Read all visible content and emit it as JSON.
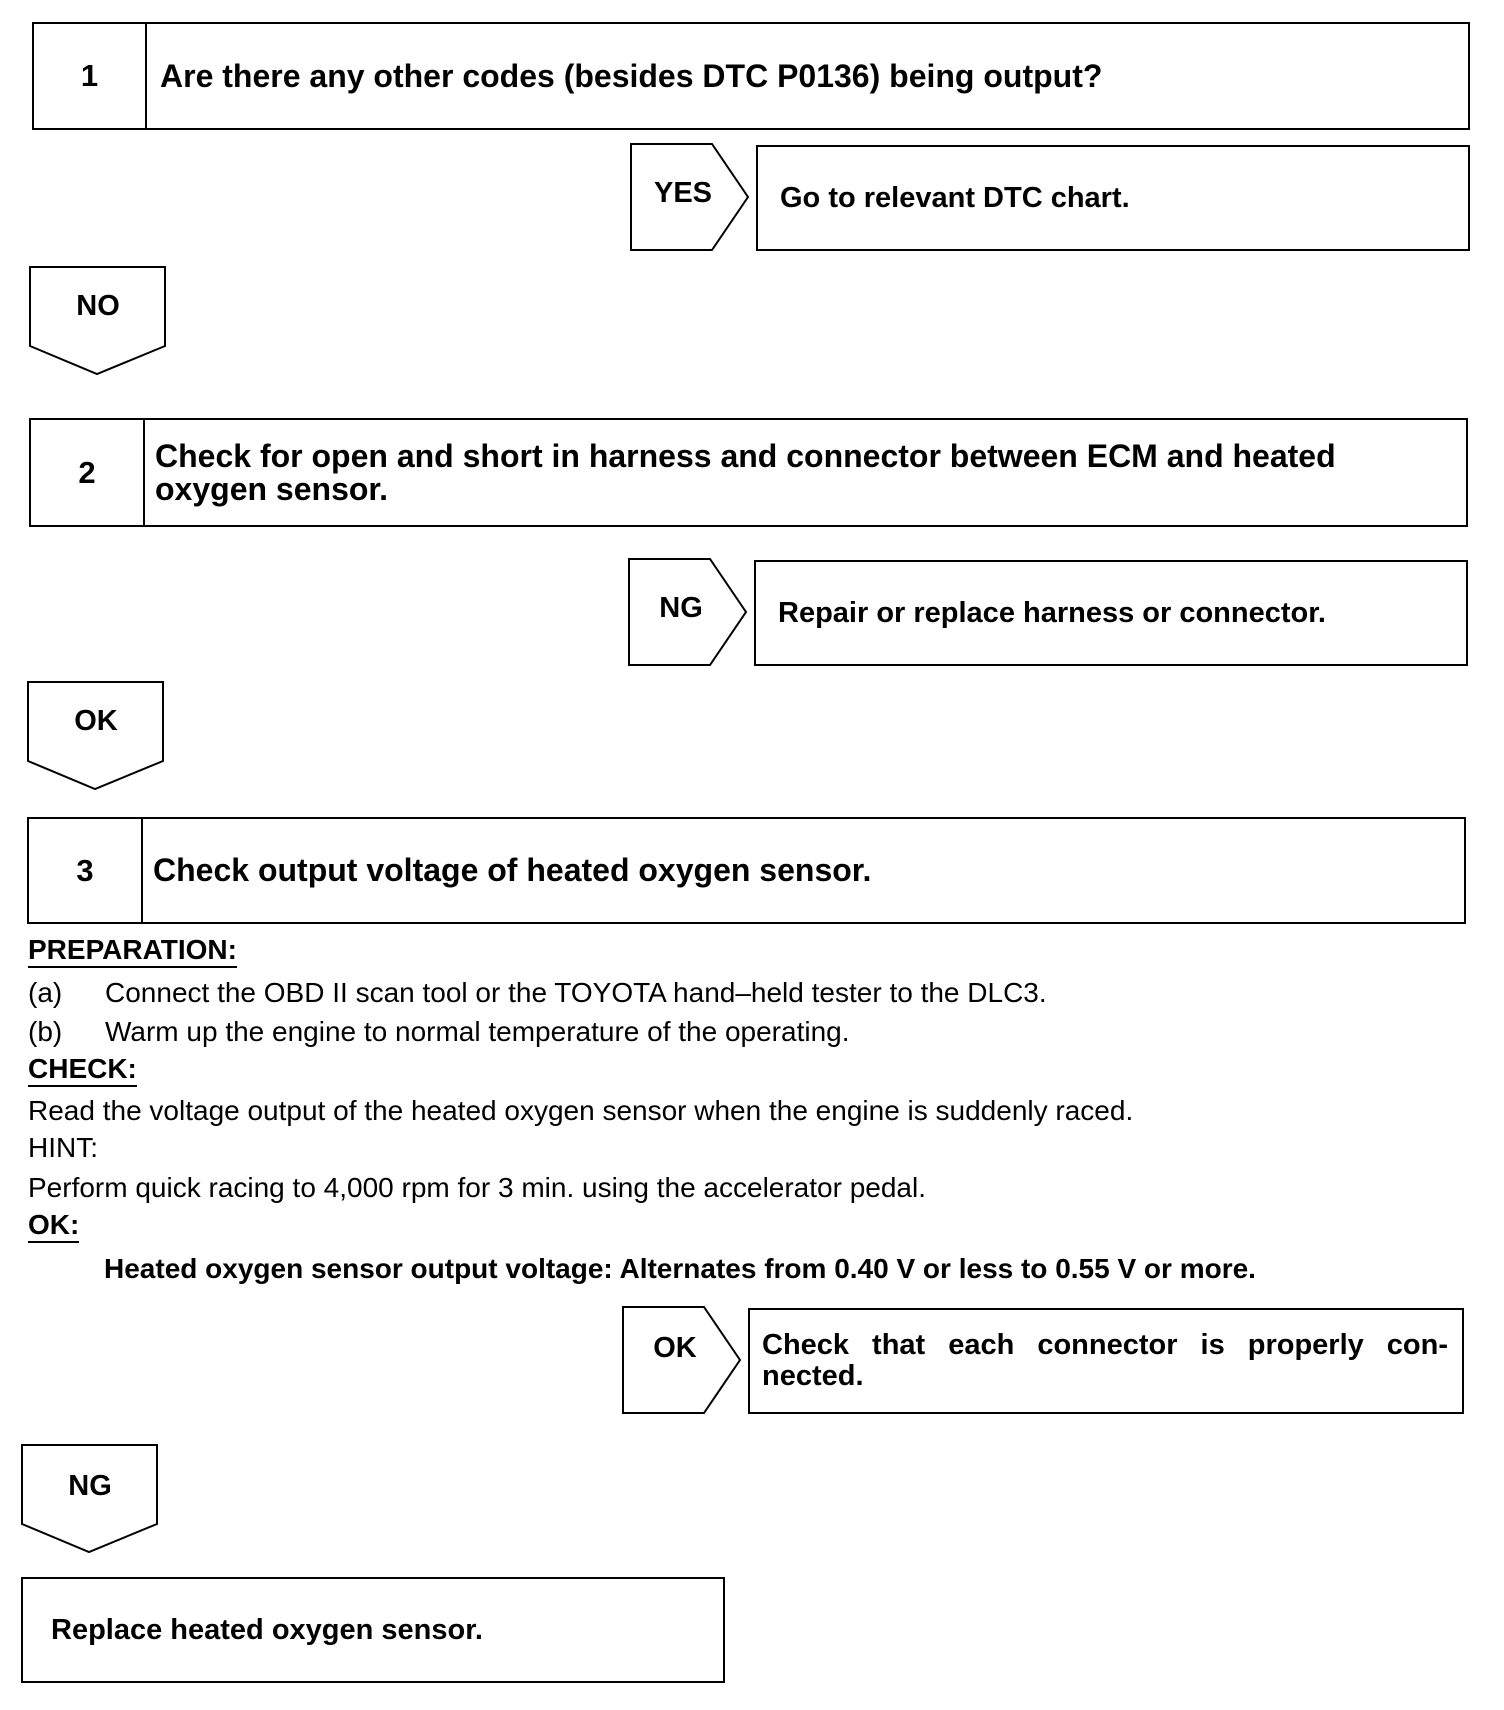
{
  "step1": {
    "number": "1",
    "title": "Are there any other codes (besides DTC P0136) being output?",
    "branch_label": "YES",
    "branch_result": "Go to relevant DTC chart.",
    "continue_label": "NO"
  },
  "step2": {
    "number": "2",
    "title": "Check for open and short in harness and connector between ECM and heated oxygen sensor.",
    "branch_label": "NG",
    "branch_result": "Repair or replace harness or connector.",
    "continue_label": "OK"
  },
  "step3": {
    "number": "3",
    "title": "Check output voltage of heated oxygen sensor.",
    "preparation_heading": "PREPARATION:",
    "preparation_items": [
      {
        "letter": "(a)",
        "text": "Connect the OBD II scan tool or the TOYOTA hand–held tester to the DLC3."
      },
      {
        "letter": "(b)",
        "text": "Warm up the engine to normal temperature of the operating."
      }
    ],
    "check_heading": "CHECK:",
    "check_text": "Read the voltage output of the heated oxygen sensor when the engine is suddenly raced.",
    "hint_heading": "HINT:",
    "hint_text": "Perform quick racing to 4,000 rpm for 3 min. using the accelerator pedal.",
    "ok_heading": "OK:",
    "ok_spec": "Heated oxygen sensor output voltage: Alternates from 0.40 V or less to 0.55 V or more.",
    "branch_label": "OK",
    "branch_result": "Check that each connector is properly con- nected.",
    "continue_label": "NG"
  },
  "final": {
    "result": "Replace heated oxygen sensor."
  }
}
